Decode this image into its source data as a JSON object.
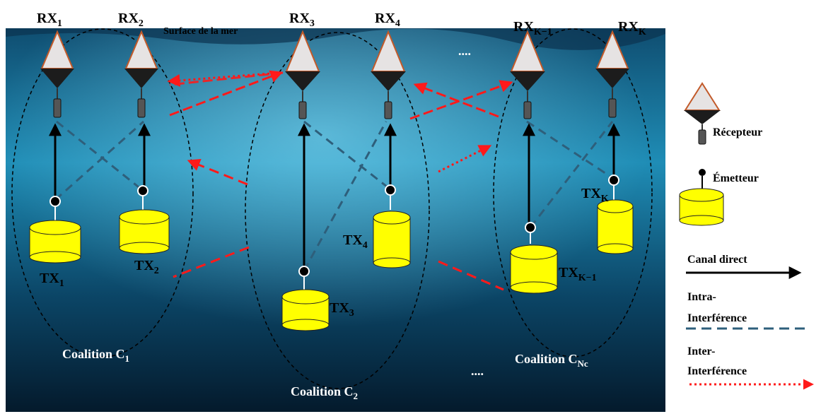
{
  "surface_label": "Surface de la mer",
  "receivers": [
    {
      "base": "RX",
      "sub": "1"
    },
    {
      "base": "RX",
      "sub": "2"
    },
    {
      "base": "RX",
      "sub": "3"
    },
    {
      "base": "RX",
      "sub": "4"
    },
    {
      "base": "RX",
      "sub": "K−1"
    },
    {
      "base": "RX",
      "sub": "K"
    }
  ],
  "transmitters": [
    {
      "base": "TX",
      "sub": "1"
    },
    {
      "base": "TX",
      "sub": "2"
    },
    {
      "base": "TX",
      "sub": "3"
    },
    {
      "base": "TX",
      "sub": "4"
    },
    {
      "base": "TX",
      "sub": "K−1"
    },
    {
      "base": "TX",
      "sub": "K"
    }
  ],
  "coalitions": [
    {
      "base": "Coalition C",
      "sub": "1"
    },
    {
      "base": "Coalition C",
      "sub": "2"
    },
    {
      "base": "Coalition C",
      "sub": "Nc"
    }
  ],
  "ellipsis": "....",
  "legend": {
    "receiver": "Récepteur",
    "transmitter": "Émetteur",
    "direct_channel": "Canal direct",
    "intra_line1": "Intra-",
    "intra_line2": "Interférence",
    "inter_line1": "Inter-",
    "inter_line2": "Interférence"
  },
  "colors": {
    "sea_top": "#0f4d70",
    "sea_bottom": "#041a2c",
    "float_yellow": "#ffff00",
    "buoy_light": "#e6e3e3",
    "buoy_dark": "#1c1c1c",
    "intra_line": "#2e5f7b",
    "inter_line": "#ff1a1a"
  }
}
